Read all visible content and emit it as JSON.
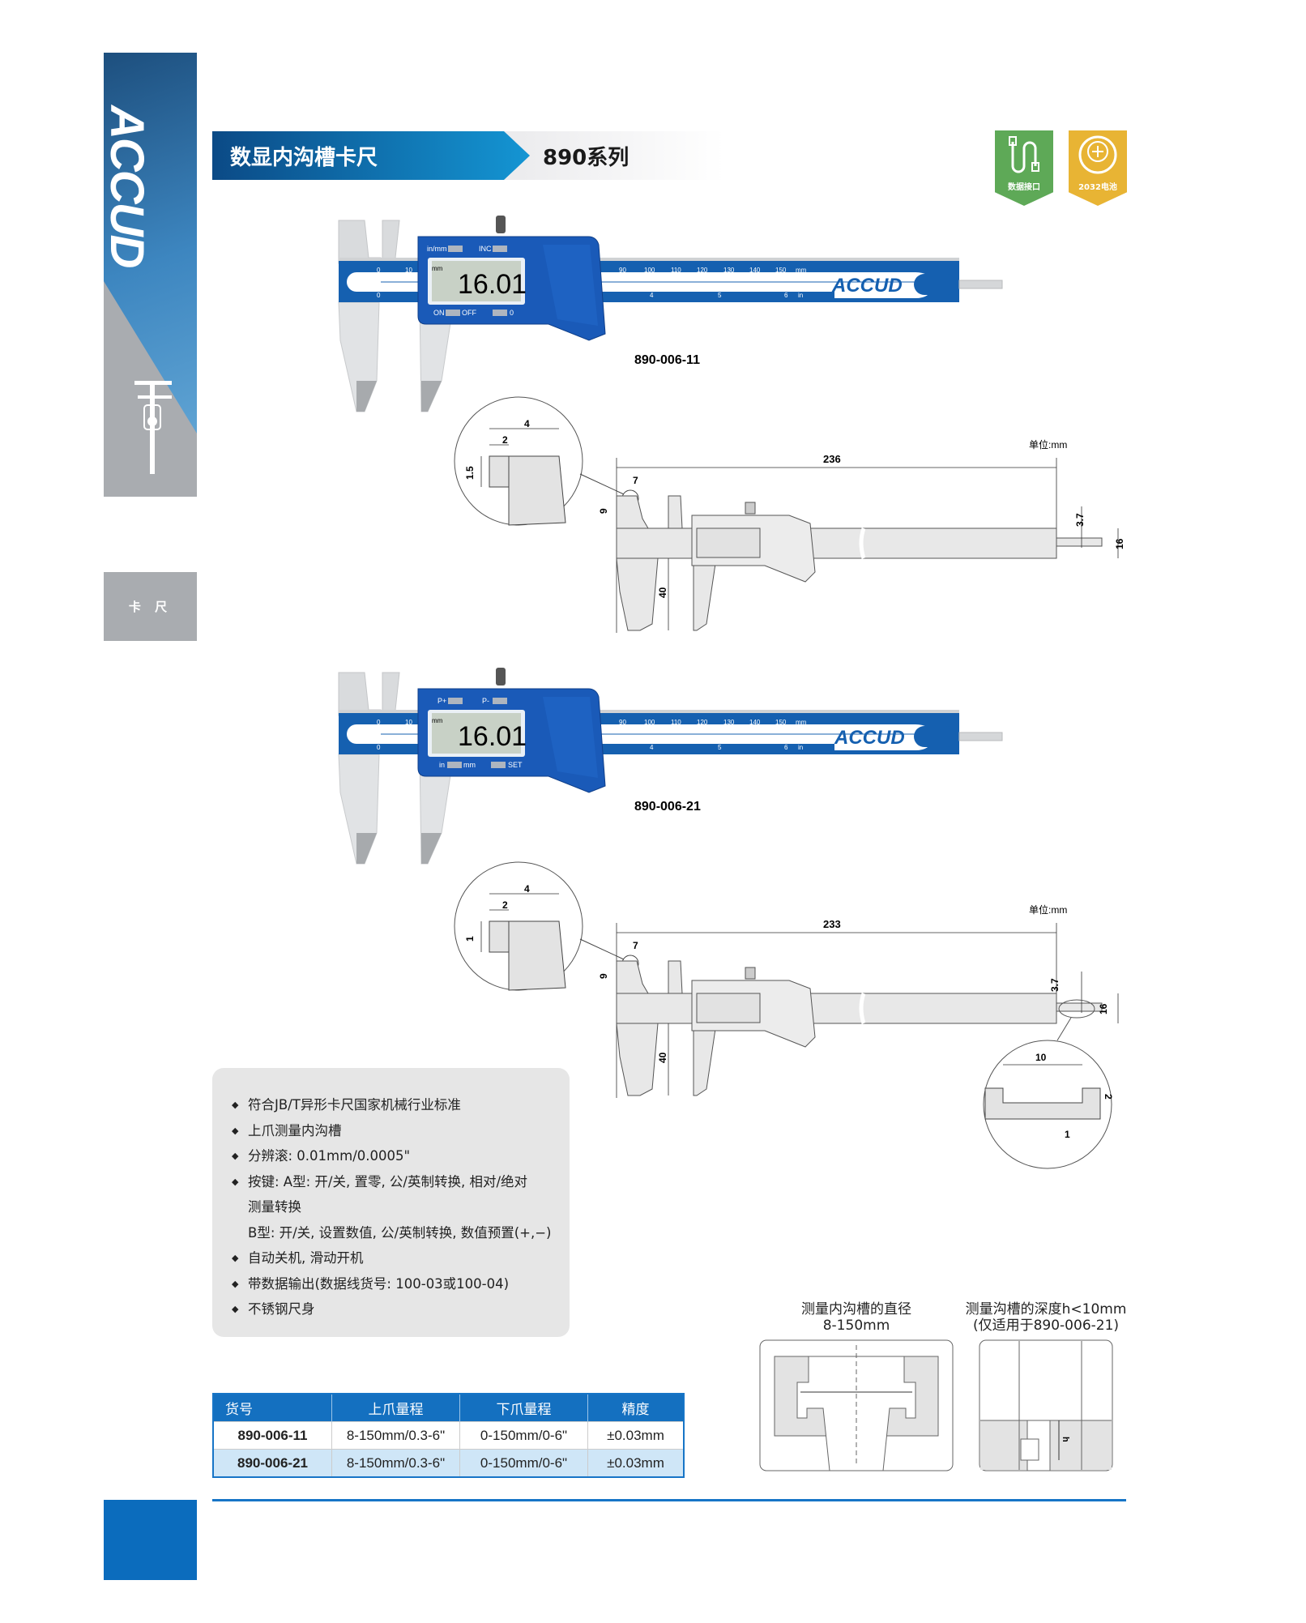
{
  "sidebar": {
    "brand": "ACCUD",
    "category": "卡 尺"
  },
  "header": {
    "title": "数显内沟槽卡尺",
    "series": "890系列"
  },
  "badges": [
    {
      "label": "数据接口",
      "icon": "usb-cable-icon",
      "color": "#5ea957"
    },
    {
      "label": "2032电池",
      "icon": "coin-battery-icon",
      "color": "#e8b434"
    }
  ],
  "calipers": [
    {
      "model": "890-006-11",
      "reading": "16.01",
      "unit_small": "mm",
      "buttons_top": [
        "in/mm",
        "INC"
      ],
      "buttons_bottom": [
        "ON",
        "OFF",
        "0"
      ],
      "brand": "ACCUD",
      "scale_mm": [
        "0",
        "10",
        "90",
        "100",
        "110",
        "120",
        "130",
        "140",
        "150",
        "mm"
      ],
      "scale_in": [
        "0",
        "4",
        "5",
        "6",
        "in"
      ]
    },
    {
      "model": "890-006-21",
      "reading": "16.01",
      "unit_small": "mm",
      "buttons_top": [
        "P+",
        "P-"
      ],
      "buttons_bottom": [
        "in",
        "mm",
        "SET"
      ],
      "brand": "ACCUD",
      "scale_mm": [
        "0",
        "10",
        "90",
        "100",
        "110",
        "120",
        "130",
        "140",
        "150",
        "mm"
      ],
      "scale_in": [
        "0",
        "4",
        "5",
        "6",
        "in"
      ]
    }
  ],
  "drawings": [
    {
      "unit": "单位:mm",
      "length": "236",
      "tip_w": "4",
      "tip_step": "2",
      "tip_h": "1.5",
      "jaw_tip": "7",
      "upper_h": "9",
      "lower_h": "40",
      "rod": "3.7",
      "beam_w": "16"
    },
    {
      "unit": "单位:mm",
      "length": "233",
      "tip_w": "4",
      "tip_step": "2",
      "tip_h": "1",
      "jaw_tip": "7",
      "upper_h": "9",
      "lower_h": "40",
      "rod": "3.7",
      "beam_w": "16",
      "detail": {
        "width": "10",
        "depth": "2",
        "wall": "1"
      }
    }
  ],
  "features": [
    {
      "text": "符合JB/T异形卡尺国家机械行业标准",
      "bullet": true
    },
    {
      "text": "上爪测量内沟槽",
      "bullet": true
    },
    {
      "text": "分辨滚: 0.01mm/0.0005\"",
      "bullet": true
    },
    {
      "text": "按键: A型: 开/关, 置零, 公/英制转换, 相对/绝对",
      "bullet": true
    },
    {
      "text": "测量转换",
      "bullet": false
    },
    {
      "text": "B型: 开/关, 设置数值, 公/英制转换, 数值预置(+,−)",
      "bullet": false
    },
    {
      "text": "自动关机, 滑动开机",
      "bullet": true
    },
    {
      "text": "带数据输出(数据线货号: 100-03或100-04)",
      "bullet": true
    },
    {
      "text": "不锈钢尺身",
      "bullet": true
    }
  ],
  "table": {
    "headers": [
      "货号",
      "上爪量程",
      "下爪量程",
      "精度"
    ],
    "rows": [
      [
        "890-006-11",
        "8-150mm/0.3-6\"",
        "0-150mm/0-6\"",
        "±0.03mm"
      ],
      [
        "890-006-21",
        "8-150mm/0.3-6\"",
        "0-150mm/0-6\"",
        "±0.03mm"
      ]
    ]
  },
  "usage": [
    {
      "title": "测量内沟槽的直径",
      "sub": "8-150mm"
    },
    {
      "title": "测量沟槽的深度h<10mm",
      "sub": "(仅适用于890-006-21)",
      "mark": "h"
    }
  ],
  "colors": {
    "brand_blue": "#1470c0",
    "caliper_blue": "#1560b0",
    "green": "#5ea957",
    "yellow": "#e8b434"
  }
}
